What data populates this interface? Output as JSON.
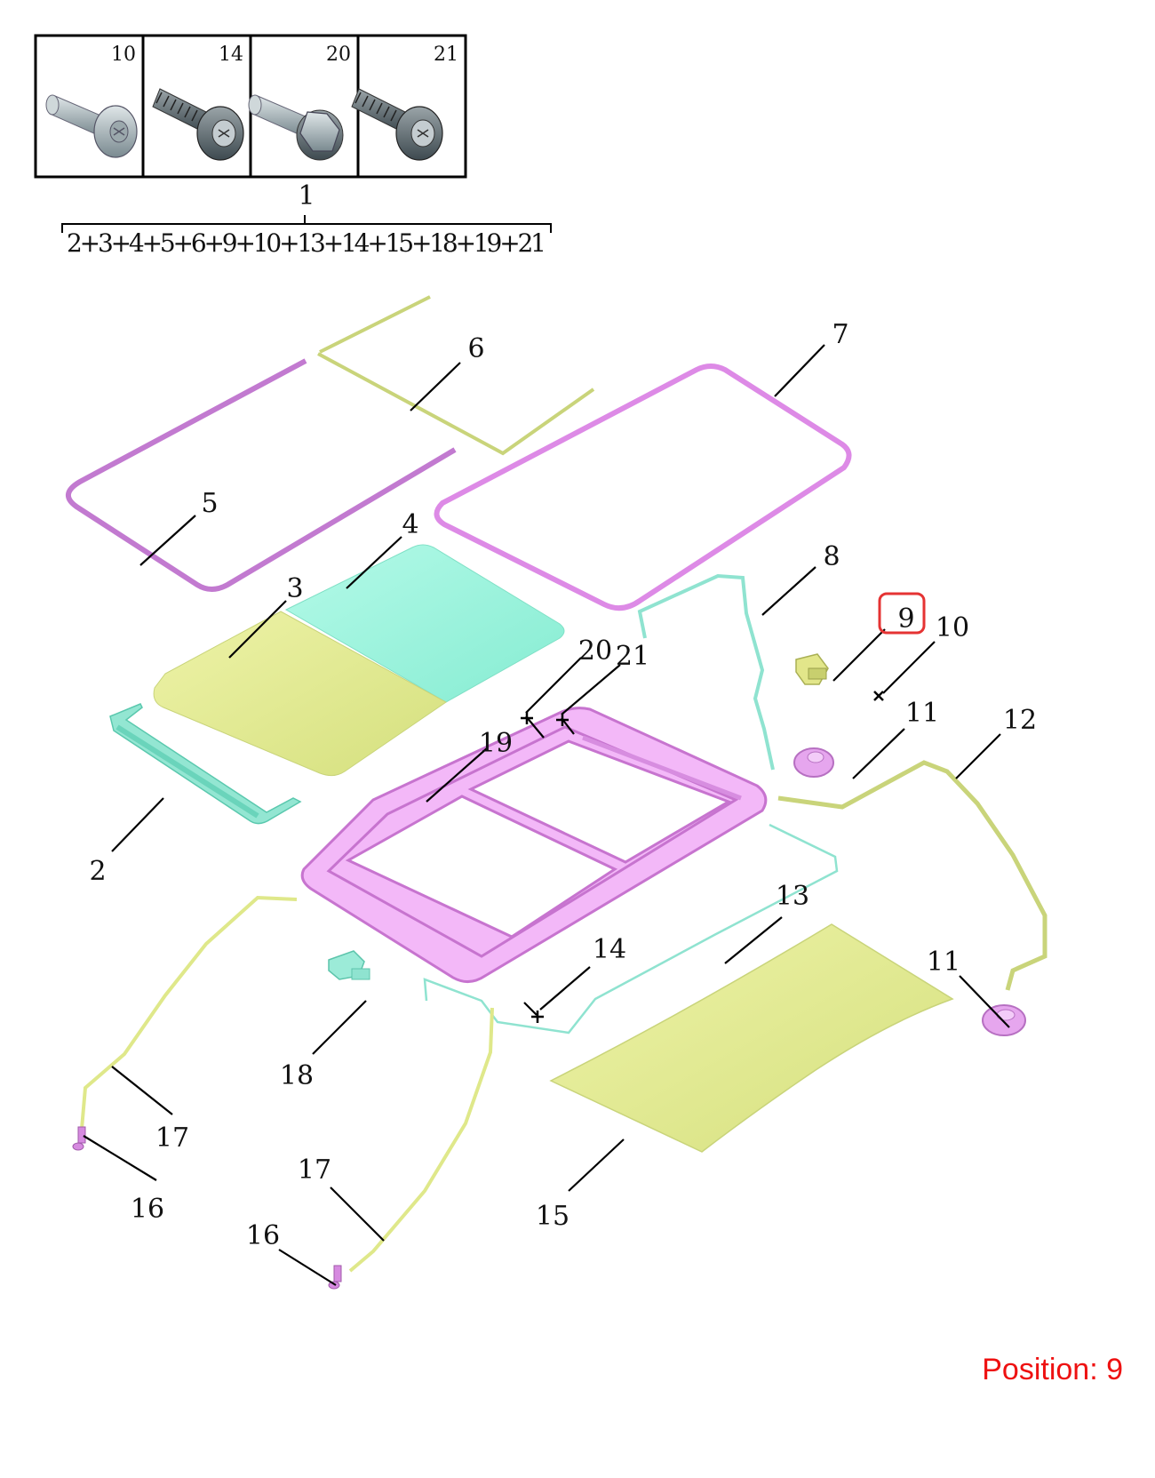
{
  "fastener_table": {
    "headers": [
      "10",
      "14",
      "20",
      "21"
    ]
  },
  "assembly": {
    "part_number": "1",
    "components": "2+3+4+5+6+9+10+13+14+15+18+19+21"
  },
  "callouts": {
    "p2": "2",
    "p3": "3",
    "p4": "4",
    "p5": "5",
    "p6": "6",
    "p7": "7",
    "p8": "8",
    "p9": "9",
    "p10": "10",
    "p11a": "11",
    "p11b": "11",
    "p12": "12",
    "p13": "13",
    "p14": "14",
    "p15": "15",
    "p16a": "16",
    "p16b": "16",
    "p17a": "17",
    "p17b": "17",
    "p18": "18",
    "p19": "19",
    "p20": "20",
    "p21": "21"
  },
  "highlight": {
    "part": "9",
    "color": "#e53333"
  },
  "position": {
    "text": "Position: 9",
    "color": "#ee1111"
  },
  "colors": {
    "seal_magenta": "#d68ae0",
    "glass_mint": "#9cf4de",
    "panel_yellow": "#e2ec92",
    "cable_teal": "#8fe3d0",
    "cable_olive": "#c9d47a",
    "frame_pink": "#ea8ef2"
  }
}
